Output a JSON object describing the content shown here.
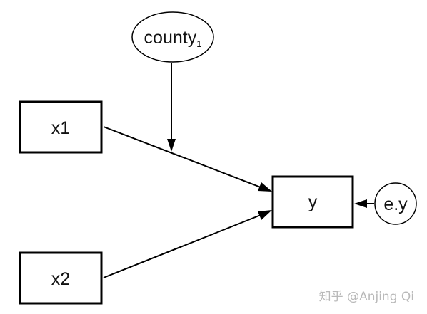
{
  "diagram": {
    "nodes": {
      "county": {
        "label": "county",
        "subscript": "1",
        "shape": "ellipse"
      },
      "x1": {
        "label": "x1",
        "shape": "box"
      },
      "x2": {
        "label": "x2",
        "shape": "box"
      },
      "y": {
        "label": "y",
        "shape": "box"
      },
      "ey": {
        "label": "e.y",
        "shape": "circle"
      }
    },
    "edges": [
      {
        "from": "x1",
        "to": "y"
      },
      {
        "from": "x2",
        "to": "y"
      },
      {
        "from": "county",
        "to": "x1-y path"
      },
      {
        "from": "ey",
        "to": "y"
      }
    ]
  },
  "watermark": {
    "text": "知乎 @Anjing Qi"
  },
  "colors": {
    "stroke": "#000000",
    "background": "#ffffff",
    "watermark": "#b9b9b9"
  }
}
